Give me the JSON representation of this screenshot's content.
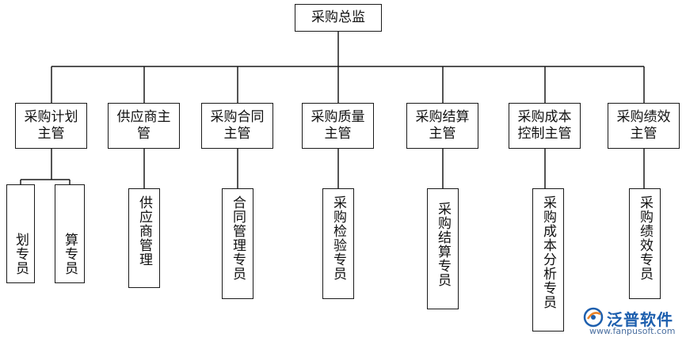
{
  "director": "采购总监",
  "managers": [
    {
      "title": "采购计划主管",
      "specialists": [
        "划专员",
        "算专员"
      ]
    },
    {
      "title": "供应商主管",
      "specialists": [
        "供应商管理"
      ]
    },
    {
      "title": "采购合同主管",
      "specialists": [
        "合同管理专员"
      ]
    },
    {
      "title": "采购质量主管",
      "specialists": [
        "采购检验专员"
      ]
    },
    {
      "title": "采购结算主管",
      "specialists": [
        "采购结算专员"
      ]
    },
    {
      "title": "采购成本控制主管",
      "specialists": [
        "采购成本分析专员"
      ]
    },
    {
      "title": "采购绩效主管",
      "specialists": [
        "采购绩效专员"
      ]
    }
  ],
  "watermark": {
    "name": "泛普软件",
    "url": "www.fanpusoft.com",
    "color": "#1d5fae"
  }
}
